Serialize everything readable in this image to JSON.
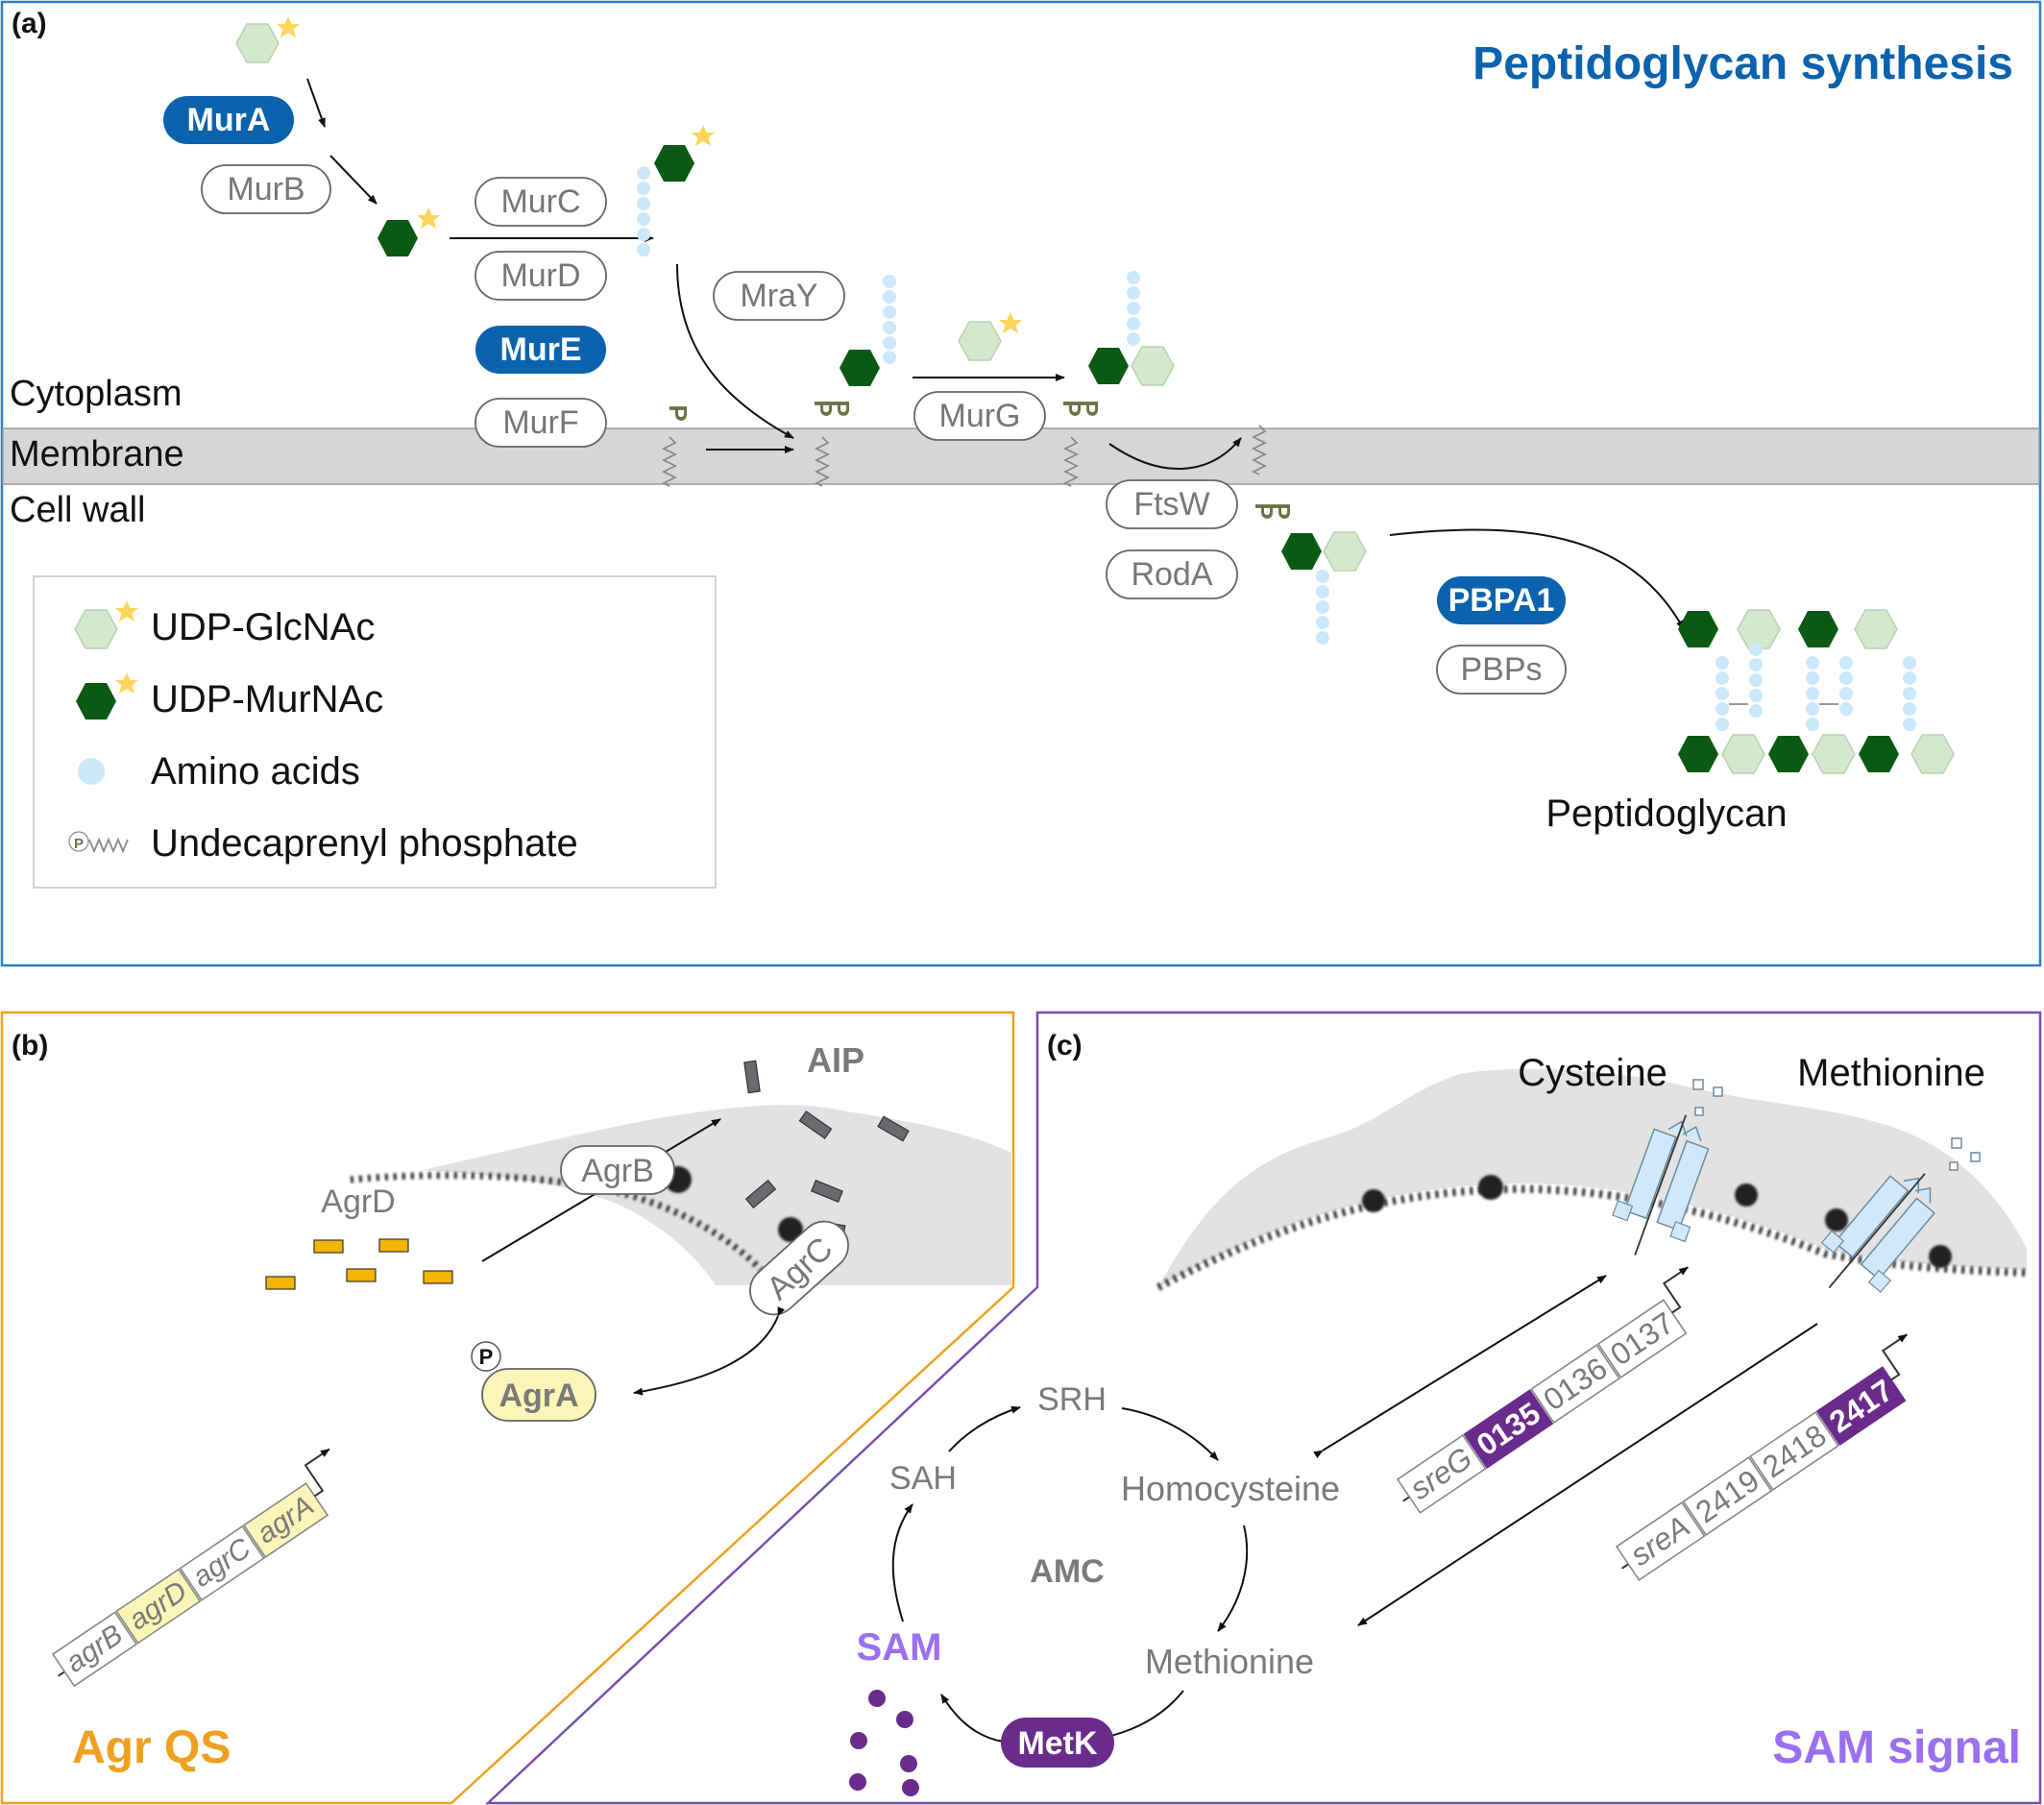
{
  "colors": {
    "blue": "#0b62ad",
    "orange": "#f0a020",
    "purple": "#6a2c8c",
    "light_purple": "#9a6ff0",
    "dark_green": "#0b5a14",
    "light_green": "#d4e8ce",
    "amino": "#cce8fb",
    "star": "#fcd55a",
    "membrane": "#d6d6d6",
    "grey_text": "#7a7a7a"
  },
  "panel_a": {
    "label": "(a)",
    "title": "Peptidoglycan synthesis",
    "regions": {
      "cytoplasm": "Cytoplasm",
      "membrane": "Membrane",
      "cell_wall": "Cell wall"
    },
    "enzymes": {
      "mura": "MurA",
      "murb": "MurB",
      "murc": "MurC",
      "murd": "MurD",
      "mure": "MurE",
      "murf": "MurF",
      "mray": "MraY",
      "murg": "MurG",
      "ftsw": "FtsW",
      "roda": "RodA",
      "pbpa1": "PBPA1",
      "pbps": "PBPs"
    },
    "phosphate": "P",
    "product": "Peptidoglycan",
    "legend": [
      {
        "icon": "udp-glcnac",
        "label": "UDP-GlcNAc"
      },
      {
        "icon": "udp-murnac",
        "label": "UDP-MurNAc"
      },
      {
        "icon": "amino-acid",
        "label": "Amino acids"
      },
      {
        "icon": "undecaprenyl-phosphate",
        "label": "Undecaprenyl phosphate",
        "prefix": "P"
      }
    ]
  },
  "panel_b": {
    "label": "(b)",
    "title": "Agr QS",
    "aip": "AIP",
    "agrd": "AgrD",
    "agrb": "AgrB",
    "agrc": "AgrC",
    "agra": "AgrA",
    "phospho": "P",
    "genes": [
      "agrB",
      "agrD",
      "agrC",
      "agrA"
    ]
  },
  "panel_c": {
    "label": "(c)",
    "title": "SAM signal",
    "cysteine": "Cysteine",
    "methionine_ext": "Methionine",
    "cycle": {
      "srh": "SRH",
      "sah": "SAH",
      "homocysteine": "Homocysteine",
      "amc": "AMC",
      "sam": "SAM",
      "methionine": "Methionine",
      "metk": "MetK"
    },
    "operon1": [
      "sreG",
      "0135",
      "0136",
      "0137"
    ],
    "operon2": [
      "sreA",
      "2419",
      "2418",
      "2417"
    ]
  }
}
